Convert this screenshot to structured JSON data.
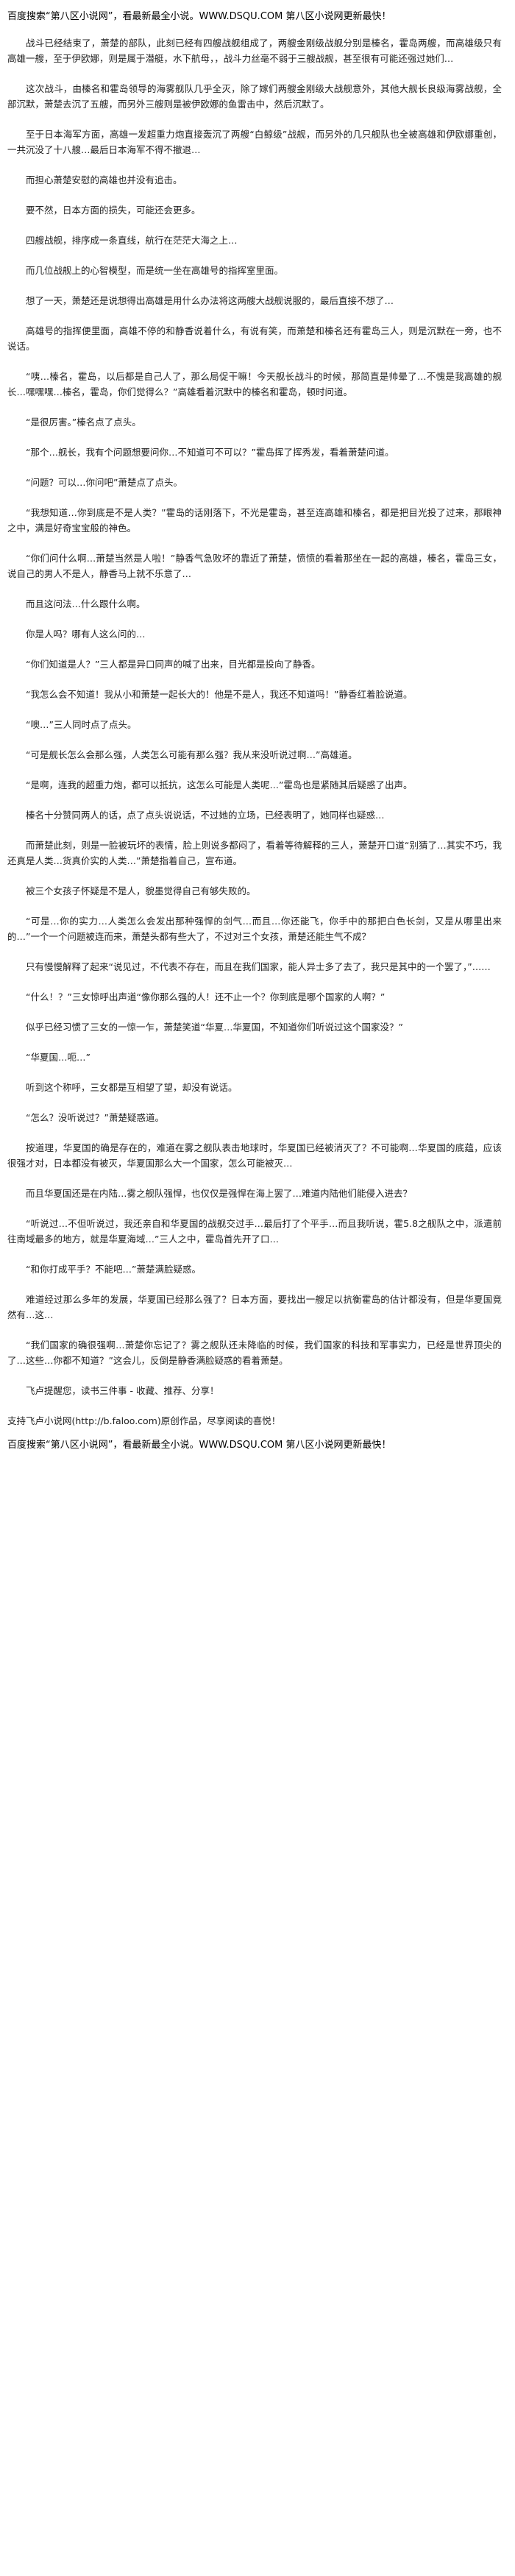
{
  "header": {
    "banner": "百度搜索“第八区小说网”，看最新最全小说。WWW.DSQU.COM  第八区小说网更新最快！"
  },
  "paragraphs": [
    "战斗已经结束了，萧楚的部队，此刻已经有四艘战舰组成了，两艘金刚级战舰分别是榛名，霍岛两艘，而高雄级只有高雄一艘，至于伊欧娜，则是属于潜艇，水下航母，，战斗力丝毫不弱于三艘战舰，甚至很有可能还强过她们…",
    "这次战斗，由榛名和霍岛领导的海雾舰队几乎全灭，除了嫁们两艘金刚级大战舰意外，其他大舰长良级海雾战舰，全部沉默，萧楚去沉了五艘，而另外三艘则是被伊欧娜的鱼雷击中，然后沉默了。",
    "至于日本海军方面，高雄一发超重力炮直接轰沉了两艘“白鲸级”战舰，而另外的几只舰队也全被高雄和伊欧娜重创，一共沉没了十八艘…最后日本海军不得不撤退…",
    "而担心萧楚安慰的高雄也并没有追击。",
    "要不然，日本方面的损失，可能还会更多。",
    "四艘战舰，排序成一条直线，航行在茫茫大海之上…",
    "而几位战舰上的心智模型，而是统一坐在高雄号的指挥室里面。",
    "想了一天，萧楚还是说想得出高雄是用什么办法将这两艘大战舰说服的，最后直接不想了…",
    "高雄号的指挥便里面，高雄不停的和静香说着什么，有说有笑，而萧楚和榛名还有霍岛三人，则是沉默在一旁，也不说话。",
    "“咦…榛名，霍岛，以后都是自己人了，那么局促干嘛！今天舰长战斗的时候，那简直是帅晕了…不愧是我高雄的舰长…嘿嘿嘿…榛名，霍岛，你们觉得么？”高雄看着沉默中的榛名和霍岛，顿时问道。",
    "“是很厉害。”榛名点了点头。",
    "“那个…舰长，我有个问题想要问你…不知道可不可以？”霍岛挥了挥秀发，看着萧楚问道。",
    "“问题？可以…你问吧”萧楚点了点头。",
    "“我想知道…你到底是不是人类？”霍岛的话刚落下，不光是霍岛，甚至连高雄和榛名，都是把目光投了过来，那眼神之中，满是好奇宝宝般的神色。",
    "“你们问什么啊…萧楚当然是人啦！”静香气急败坏的靠近了萧楚，愤愤的看着那坐在一起的高雄，榛名，霍岛三女，说自己的男人不是人，静香马上就不乐意了…",
    "而且这问法…什么跟什么啊。",
    "你是人吗？哪有人这么问的…",
    "“你们知道是人？”三人都是异口同声的喊了出来，目光都是投向了静香。",
    "“我怎么会不知道！我从小和萧楚一起长大的！他是不是人，我还不知道吗！”静香红着脸说道。",
    "“噢…”三人同时点了点头。",
    "“可是舰长怎么会那么强，人类怎么可能有那么强？我从来没听说过啊…”高雄道。",
    "“是啊，连我的超重力炮，都可以抵抗，这怎么可能是人类呢…”霍岛也是紧随其后疑惑了出声。",
    "榛名十分赞同两人的话，点了点头说说话，不过她的立场，已经表明了，她同样也疑惑…",
    "而萧楚此刻，则是一脸被玩坏的表情，脸上则说多都闷了，看着等待解释的三人，萧楚开口道“别猜了…其实不巧，我还真是人类…货真价实的人类…”萧楚指着自己，宣布道。",
    "被三个女孩子怀疑是不是人，貌墨觉得自己有够失败的。",
    "“可是…你的实力…人类怎么会发出那种强悍的剑气…而且…你还能飞，你手中的那把白色长剑，又是从哪里出来的…”一个一个问题被连而来，萧楚头都有些大了，不过对三个女孩，萧楚还能生气不成？",
    "只有慢慢解释了起来“说见过，不代表不存在，而且在我们国家，能人异士多了去了，我只是其中的一个罢了，”……",
    "“什么！？”三女惊呼出声道“像你那么强的人！还不止一个？你到底是哪个国家的人啊？”",
    "似乎已经习惯了三女的一惊一乍，萧楚笑道“华夏…华夏国，不知道你们听说过这个国家没？”",
    "“华夏国…呃…”",
    "听到这个称呼，三女都是互相望了望，却没有说话。",
    "“怎么？没听说过？”萧楚疑惑道。",
    "按道理，华夏国的确是存在的，难道在雾之舰队表击地球时，华夏国已经被消灭了？不可能啊…华夏国的底蕴，应该很强才对，日本都没有被灭，华夏国那么大一个国家，怎么可能被灭…",
    "而且华夏国还是在内陆…雾之舰队强悍，也仅仅是强悍在海上罢了…难道内陆他们能侵入进去？",
    "“听说过…不但听说过，我还亲自和华夏国的战舰交过手…最后打了个平手…而且我听说，霍5.8之舰队之中，派遣前往南域最多的地方，就是华夏海域…”三人之中，霍岛首先开了口…",
    "“和你打成平手？不能吧…”萧楚满脸疑惑。",
    "难道经过那么多年的发展，华夏国已经那么强了？日本方面，要找出一艘足以抗衡霍岛的估计都没有，但是华夏国竟然有…这…",
    "“我们国家的确很强啊…萧楚你忘记了？雾之舰队还未降临的时候，我们国家的科技和军事实力，已经是世界顶尖的了…这些…你都不知道？”这会儿，反倒是静香满脸疑惑的看着萧楚。",
    "飞卢提醒您，读书三件事 - 收藏、推荐、分享！"
  ],
  "support": "支持飞卢小说网(http://b.faloo.com)原创作品，尽享阅读的喜悦！",
  "footer": {
    "banner": "百度搜索“第八区小说网”，看最新最全小说。WWW.DSQU.COM  第八区小说网更新最快！"
  }
}
